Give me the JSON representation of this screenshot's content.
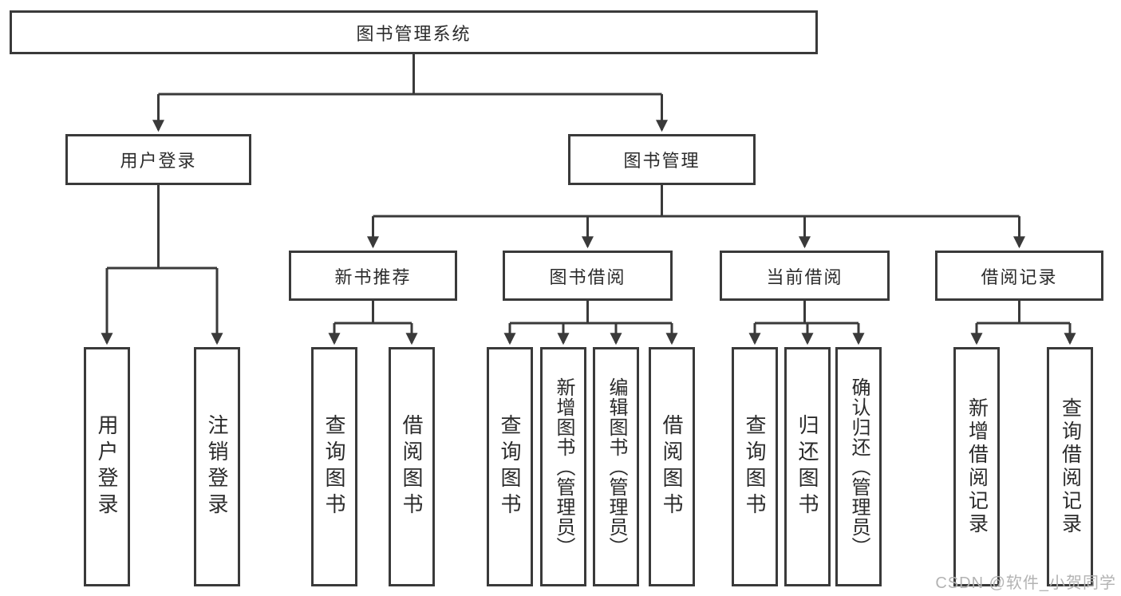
{
  "diagram": {
    "line_color": "#3a3a3a",
    "watermark_color": "#b3b3b3",
    "watermark": "CSDN @软件_小贺同学",
    "nodes": {
      "root": {
        "label": "图书管理系统"
      },
      "user_login": {
        "label": "用户登录",
        "children": [
          {
            "label": "用户登录"
          },
          {
            "label": "注销登录"
          }
        ]
      },
      "book_management": {
        "label": "图书管理",
        "children_groups": [
          "new_book_recommend",
          "book_borrow",
          "current_borrow",
          "borrow_records"
        ]
      },
      "new_book_recommend": {
        "label": "新书推荐",
        "children": [
          {
            "label": "查询图书"
          },
          {
            "label": "借阅图书"
          }
        ]
      },
      "book_borrow": {
        "label": "图书借阅",
        "children": [
          {
            "label": "查询图书"
          },
          {
            "label": "新增图书（管理员）"
          },
          {
            "label": "编辑图书（管理员）"
          },
          {
            "label": "借阅图书"
          }
        ]
      },
      "current_borrow": {
        "label": "当前借阅",
        "children": [
          {
            "label": "查询图书"
          },
          {
            "label": "归还图书"
          },
          {
            "label": "确认归还（管理员）"
          }
        ]
      },
      "borrow_records": {
        "label": "借阅记录",
        "children": [
          {
            "label": "新增借阅记录"
          },
          {
            "label": "查询借阅记录"
          }
        ]
      }
    }
  }
}
